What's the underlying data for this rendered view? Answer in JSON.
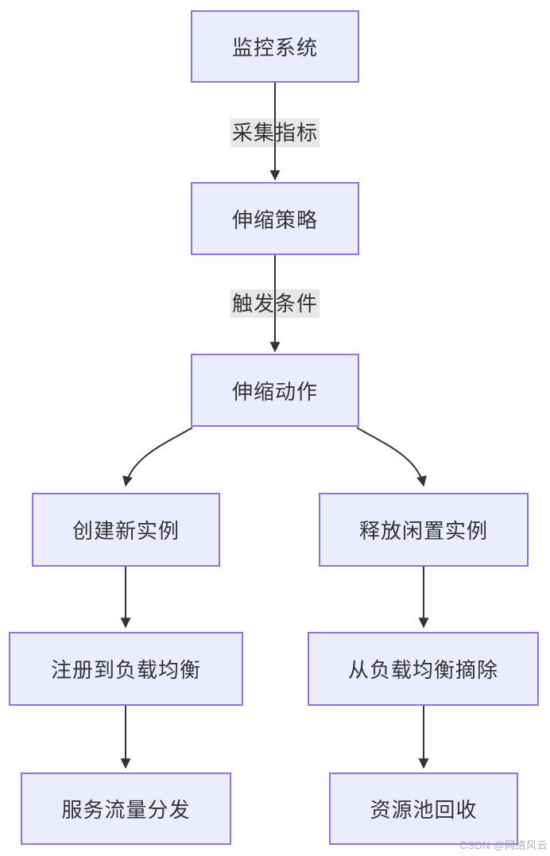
{
  "diagram": {
    "title": "auto-scaling flowchart",
    "nodes": [
      {
        "id": "monitoring",
        "label": "监控系统"
      },
      {
        "id": "policy",
        "label": "伸缩策略"
      },
      {
        "id": "action",
        "label": "伸缩动作"
      },
      {
        "id": "create",
        "label": "创建新实例"
      },
      {
        "id": "release",
        "label": "释放闲置实例"
      },
      {
        "id": "register",
        "label": "注册到负载均衡"
      },
      {
        "id": "deregister",
        "label": "从负载均衡摘除"
      },
      {
        "id": "dispatch",
        "label": "服务流量分发"
      },
      {
        "id": "recycle",
        "label": "资源池回收"
      }
    ],
    "edges": [
      {
        "from": "监控系统",
        "to": "伸缩策略",
        "label": "采集指标"
      },
      {
        "from": "伸缩策略",
        "to": "伸缩动作",
        "label": "触发条件"
      },
      {
        "from": "伸缩动作",
        "to": "创建新实例",
        "label": ""
      },
      {
        "from": "伸缩动作",
        "to": "释放闲置实例",
        "label": ""
      },
      {
        "from": "创建新实例",
        "to": "注册到负载均衡",
        "label": ""
      },
      {
        "from": "释放闲置实例",
        "to": "从负载均衡摘除",
        "label": ""
      },
      {
        "from": "注册到负载均衡",
        "to": "服务流量分发",
        "label": ""
      },
      {
        "from": "从负载均衡摘除",
        "to": "资源池回收",
        "label": ""
      }
    ],
    "edge_labels": [
      {
        "label": "采集指标"
      },
      {
        "label": "触发条件"
      }
    ],
    "colors": {
      "node_fill": "#ECECFF",
      "node_border": "#9370DB",
      "edge_stroke": "#333333",
      "edge_label_bg": "#e8e8e8",
      "text": "#333333",
      "background": "#ffffff"
    }
  },
  "watermark": {
    "text": "CSDN @网络风云"
  }
}
